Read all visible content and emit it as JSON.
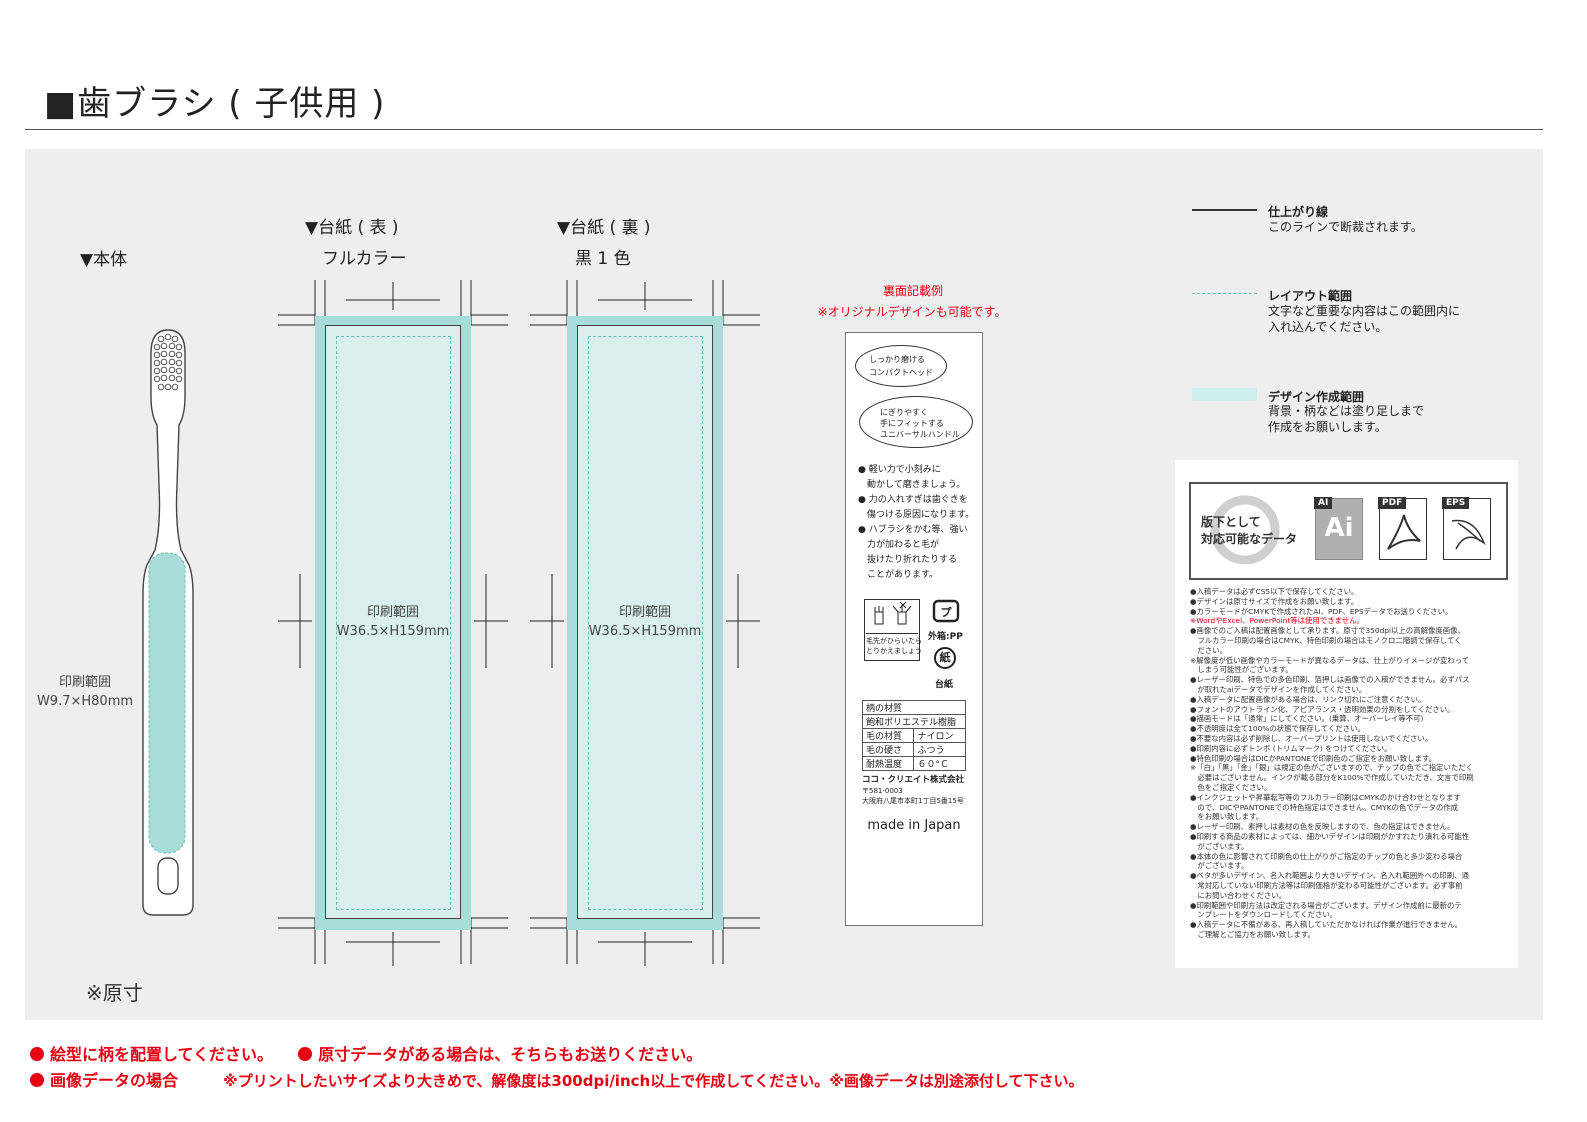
{
  "title": "■歯ブラシ ( 子供用 )",
  "body_section": {
    "heading": "▼本体",
    "print_area_label": "印刷範囲",
    "print_area_size": "W9.7×H80mm",
    "actual_size_note": "※原寸"
  },
  "front_card": {
    "heading": "▼台紙 ( 表 )",
    "color_mode": "フルカラー",
    "print_area_label": "印刷範囲",
    "print_area_size": "W36.5×H159mm"
  },
  "back_card": {
    "heading": "▼台紙 ( 裏 )",
    "color_mode": "黒 1 色",
    "print_area_label": "印刷範囲",
    "print_area_size": "W36.5×H159mm"
  },
  "back_example": {
    "caption": "裏面記載例",
    "note": "※オリジナルデザインも可能です。",
    "oval1_line1": "しっかり磨ける",
    "oval1_line2": "コンパクトヘッド",
    "oval2_line1": "にぎりやすく",
    "oval2_line2": "手にフィットする",
    "oval2_line3": "ユニバーサルハンドル",
    "bullets": [
      "● 軽い力で小刻みに",
      "　動かして磨きましょう。",
      "● 力の入れすぎは歯ぐきを",
      "　傷つける原因になります。",
      "● ハブラシをかむ等、強い",
      "　力が加わると毛が",
      "　抜けたり折れたりする",
      "　ことがあります。"
    ],
    "replace_line1": "毛先がひらいたら",
    "replace_line2": "とりかえましょう",
    "outer_box_label": "外箱:PP",
    "paper_label": "台紙",
    "paper_mark": "紙",
    "spec_rows": [
      [
        "柄の材質",
        ""
      ],
      [
        "飽和ポリエステル樹脂",
        ""
      ],
      [
        "毛の材質",
        "ナイロン"
      ],
      [
        "毛の硬さ",
        "ふつう"
      ],
      [
        "耐熱温度",
        "６０°Ｃ"
      ]
    ],
    "company": "ココ・クリエイト株式会社",
    "postal": "〒581-0003",
    "address": "大阪府八尾市本町1丁目5番15号",
    "made_in": "made in Japan"
  },
  "legend": {
    "trim_title": "仕上がり線",
    "trim_desc": "このラインで断裁されます。",
    "layout_title": "レイアウト範囲",
    "layout_desc1": "文字など重要な内容はこの範囲内に",
    "layout_desc2": "入れ込んでください。",
    "design_title": "デザイン作成範囲",
    "design_desc1": "背景・柄などは塗り足しまで",
    "design_desc2": "作成をお願いします。"
  },
  "formats": {
    "heading_line1": "版下として",
    "heading_line2": "対応可能なデータ",
    "ai_tag": "AI",
    "ai_big": "Ai",
    "pdf_tag": "PDF",
    "eps_tag": "EPS"
  },
  "notes": [
    {
      "text": "●入稿データは必ずCS5以下で保存してください。",
      "red": false
    },
    {
      "text": "●デザインは原寸サイズで作成をお願い致します。",
      "red": false
    },
    {
      "text": "●カラーモードがCMYKで作成されたAI、PDF、EPSデータでお送りください。",
      "red": false
    },
    {
      "text": "※WordやExcel、PowerPoint等は使用できません。",
      "red": true
    },
    {
      "text": "●画像でのご入稿は配置画像として承ります。原寸で350dpi以上の高解像度画像、",
      "red": false
    },
    {
      "text": "　フルカラー印刷の場合はCMYK、特色印刷の場合はモノクロ二階調で保存してく",
      "red": false
    },
    {
      "text": "　ださい。",
      "red": false
    },
    {
      "text": "※解像度が低い画像やカラーモードが異なるデータは、仕上がりイメージが変わって",
      "red": false
    },
    {
      "text": "　しまう可能性がございます。",
      "red": false
    },
    {
      "text": "●レーザー印刷、特色での多色印刷、箔押しは画像での入稿ができません。必ずパス",
      "red": false
    },
    {
      "text": "　が取れたaiデータでデザインを作成してください。",
      "red": false
    },
    {
      "text": "●入稿データに配置画像がある場合は、リンク切れにご注意ください。",
      "red": false
    },
    {
      "text": "●フォントのアウトライン化、アピアランス・透明効果の分割をしてください。",
      "red": false
    },
    {
      "text": "●描画モードは「通常」にしてください。(乗算、オーバーレイ等不可)",
      "red": false
    },
    {
      "text": "●不透明度は全て100%の状態で保存してください。",
      "red": false
    },
    {
      "text": "●不要な内容は必ず削除し、オーバープリントは使用しないでください。",
      "red": false
    },
    {
      "text": "●印刷内容に必ずトンボ (トリムマーク) をつけてください。",
      "red": false
    },
    {
      "text": "●特色印刷の場合はDICかPANTONEで印刷色のご指定をお願い致します。",
      "red": false
    },
    {
      "text": "※「白」「黒」「金」「銀」は規定の色がございますので、チップの色でご指定いただく",
      "red": false
    },
    {
      "text": "　必要はございません。インクが載る部分をK100%で作成していただき、文言で印刷",
      "red": false
    },
    {
      "text": "　色をご指定ください。",
      "red": false
    },
    {
      "text": "●インクジェットや昇華転写等のフルカラー印刷はCMYKのかけ合わせとなります",
      "red": false
    },
    {
      "text": "　ので、DICやPANTONEでの特色指定はできません。CMYKの色でデータの作成",
      "red": false
    },
    {
      "text": "　をお願い致します。",
      "red": false
    },
    {
      "text": "●レーザー印刷、素押しは素材の色を反映しますので、色の指定はできません。",
      "red": false
    },
    {
      "text": "●印刷する商品の素材によっては、細かいデザインは印刷がかすれたり潰れる可能性",
      "red": false
    },
    {
      "text": "　がございます。",
      "red": false
    },
    {
      "text": "●本体の色に影響されて印刷色の仕上がりがご指定のチップの色と多少変わる場合",
      "red": false
    },
    {
      "text": "　がございます。",
      "red": false
    },
    {
      "text": "●ベタが多いデザイン、名入れ範囲より大きいデザイン、名入れ範囲外への印刷、通",
      "red": false
    },
    {
      "text": "　常対応していない印刷方法等は印刷価格が変わる可能性がございます。必ず事前",
      "red": false
    },
    {
      "text": "　にお問い合わせください。",
      "red": false
    },
    {
      "text": "●印刷範囲や印刷方法は改定される場合がございます。デザイン作成前に最新のテ",
      "red": false
    },
    {
      "text": "　ンプレートをダウンロードしてください。",
      "red": false
    },
    {
      "text": "●入稿データに不備がある、再入稿していただかなければ作業が進行できません。",
      "red": false
    },
    {
      "text": "　ご理解とご協力をお願い致します。",
      "red": false
    }
  ],
  "bottom": {
    "line1a": "絵型に柄を配置してください。",
    "line1b": "原寸データがある場合は、そちらもお送りください。",
    "line2a": "画像データの場合",
    "line2b": "※プリントしたいサイズより大きめで、解像度は300dpi/inch以上で作成してください。※画像データは別途添付して下さい。"
  },
  "colors": {
    "accent_red": "#e60012",
    "bleed_teal": "#a8dcd9",
    "panel_gray": "#eeeeee"
  }
}
